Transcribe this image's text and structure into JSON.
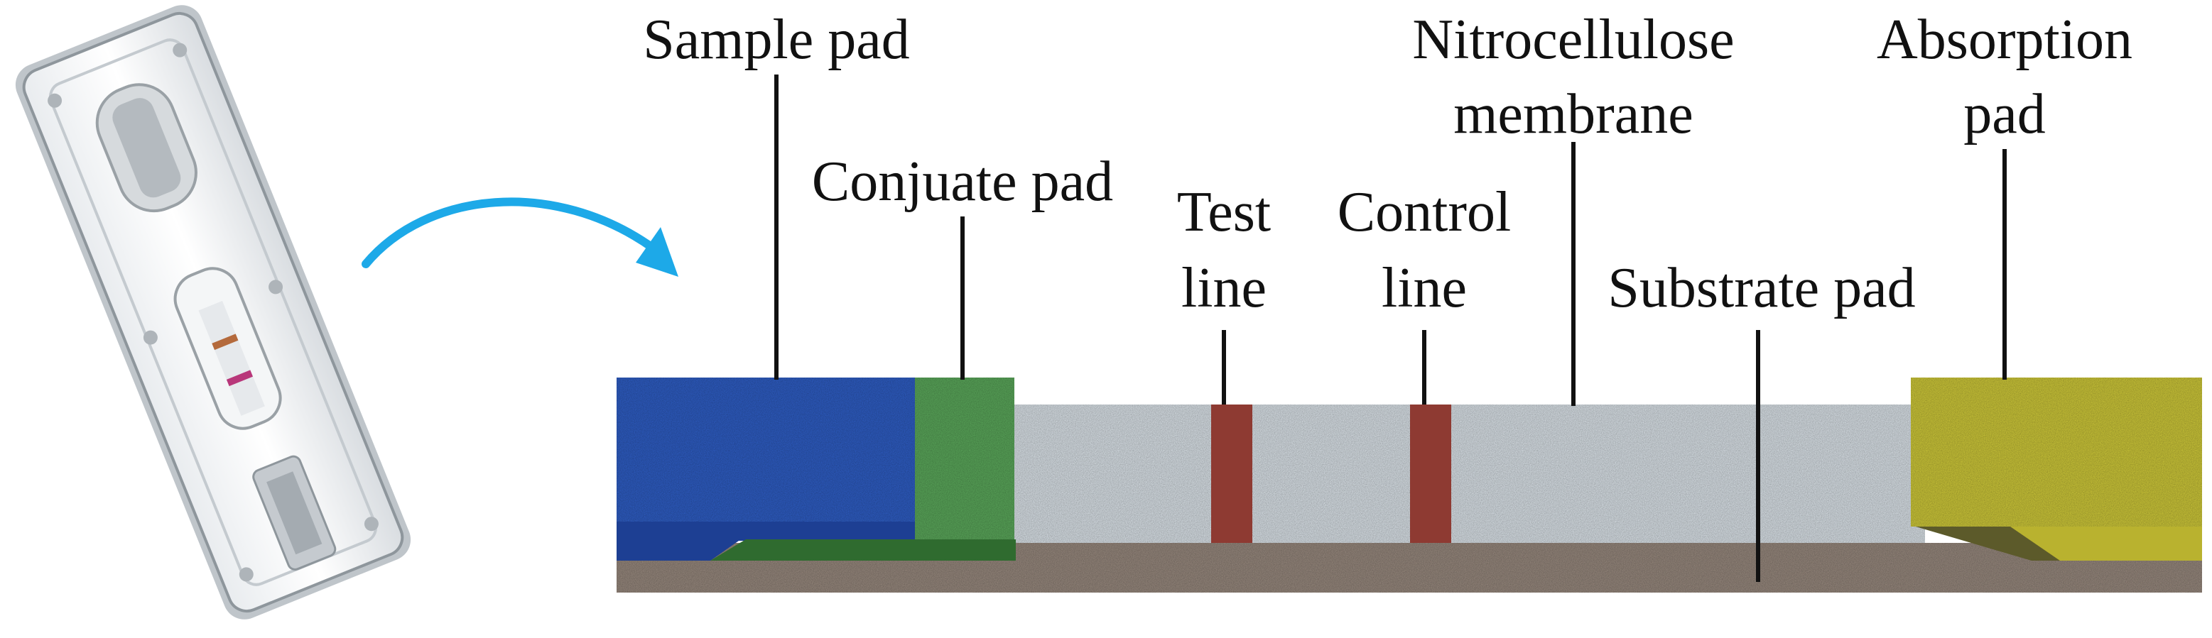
{
  "labels": {
    "sample_pad": "Sample pad",
    "conjugate_pad": "Conjuate pad",
    "test_line_1": "Test",
    "test_line_2": "line",
    "control_line_1": "Control",
    "control_line_2": "line",
    "nitrocellulose_1": "Nitrocellulose",
    "nitrocellulose_2": "membrane",
    "absorption_1": "Absorption",
    "absorption_2": "pad",
    "substrate_pad": "Substrate pad"
  },
  "colors": {
    "sample_pad": "#2f5fc8",
    "conjugate_pad": "#5cab5c",
    "membrane": "#dde6ec",
    "test_line": "#8e3a32",
    "control_line": "#8e3a32",
    "absorption_pad": "#d2cc3a",
    "substrate": "#9a8b80",
    "arrow": "#1da9e8"
  },
  "icons": {
    "device": "lateral-flow-cassette-icon",
    "arrow": "curved-arrow-icon"
  }
}
